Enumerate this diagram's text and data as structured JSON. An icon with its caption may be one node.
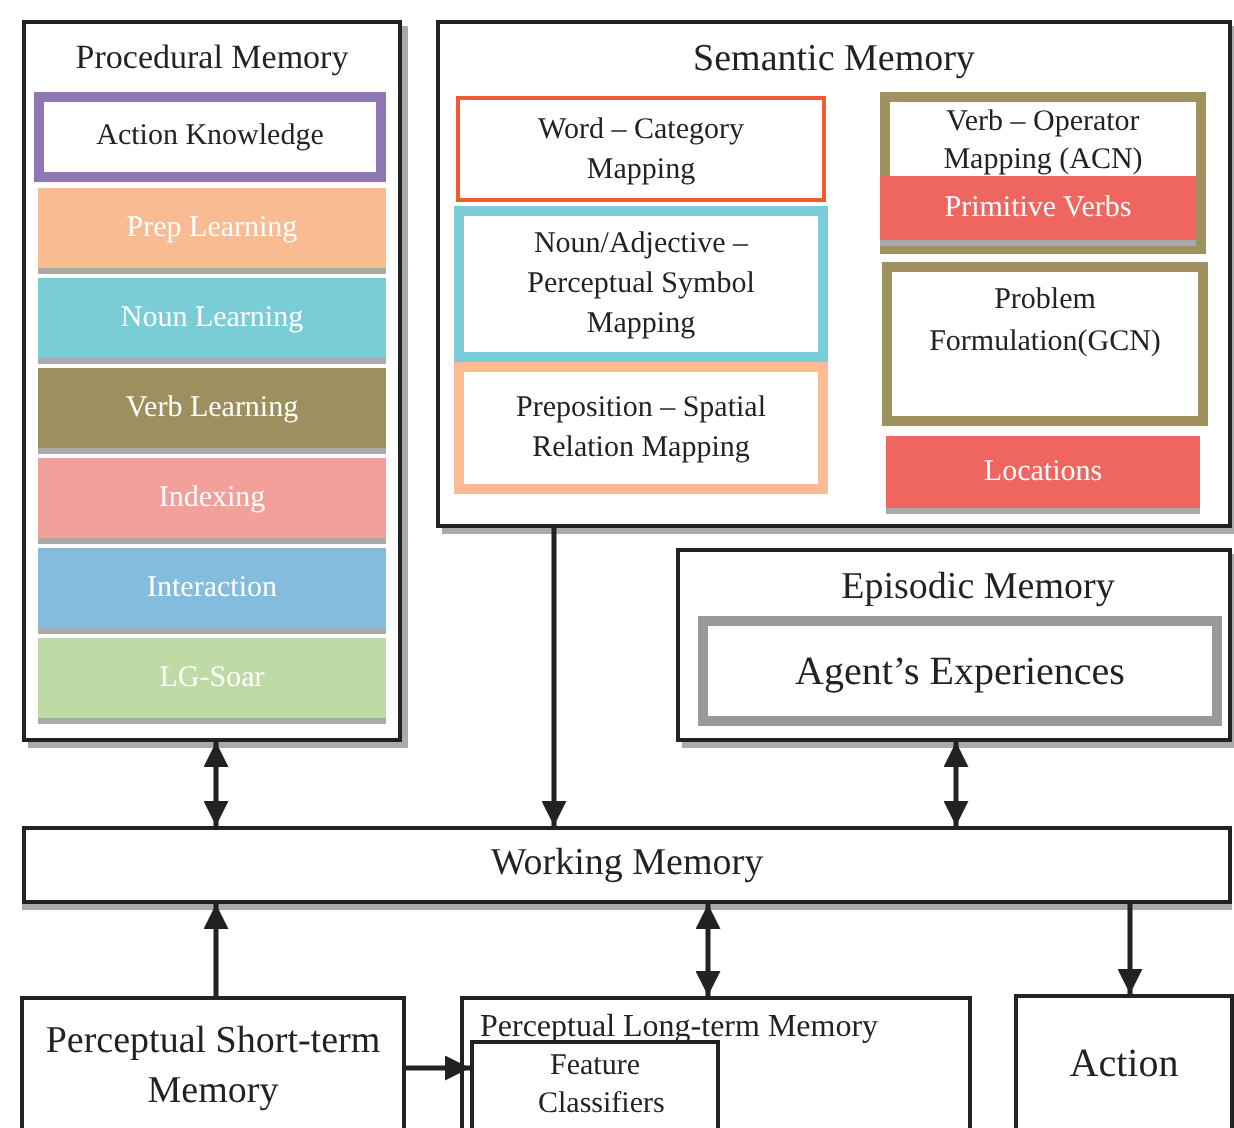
{
  "diagram": {
    "nodes": [
      {
        "text": [
          "Procedural Memory"
        ]
      },
      {
        "text": [
          "Action Knowledge"
        ],
        "in": 0
      },
      {
        "text": [
          "Prep Learning"
        ],
        "in": 0
      },
      {
        "text": [
          "Noun Learning"
        ],
        "in": 0
      },
      {
        "text": [
          "Verb Learning"
        ],
        "in": 0
      },
      {
        "text": [
          "Indexing"
        ],
        "in": 0
      },
      {
        "text": [
          "Interaction"
        ],
        "in": 0
      },
      {
        "text": [
          "LG-Soar"
        ],
        "in": 0
      },
      {
        "text": [
          "Semantic Memory"
        ]
      },
      {
        "text": [
          "Word – Category Mapping"
        ],
        "in": 8
      },
      {
        "text": [
          "Noun/Adjective – Perceptual Symbol Mapping"
        ],
        "in": 8
      },
      {
        "text": [
          "Preposition – Spatial Relation Mapping"
        ],
        "in": 8
      },
      {
        "text": [
          "Verb – Operator Mapping (ACN)"
        ],
        "in": 8
      },
      {
        "text": [
          "Primitive Verbs"
        ],
        "in": 12
      },
      {
        "text": [
          "Problem Formulation(GCN)"
        ],
        "in": 8
      },
      {
        "text": [
          "Locations"
        ],
        "in": 8
      },
      {
        "text": [
          "Episodic Memory"
        ]
      },
      {
        "text": [
          "Agent’s Experiences"
        ],
        "in": 16
      },
      {
        "text": [
          "Working Memory"
        ]
      },
      {
        "text": [
          "Perceptual Short-term Memory"
        ]
      },
      {
        "text": [
          "Perceptual Long-term Memory"
        ]
      },
      {
        "text": [
          "Feature Classifiers"
        ],
        "in": 20
      },
      {
        "text": [
          "Action"
        ]
      }
    ],
    "edges": [
      {
        "from": 0,
        "to": 18,
        "arrow": "both"
      },
      {
        "from": 8,
        "to": 18,
        "arrow": "to"
      },
      {
        "from": 16,
        "to": 18,
        "arrow": "both"
      },
      {
        "from": 19,
        "to": 18,
        "arrow": "to"
      },
      {
        "from": 18,
        "to": 20,
        "arrow": "both"
      },
      {
        "from": 18,
        "to": 22,
        "arrow": "to"
      },
      {
        "from": 19,
        "to": 21,
        "arrow": "to"
      }
    ]
  }
}
